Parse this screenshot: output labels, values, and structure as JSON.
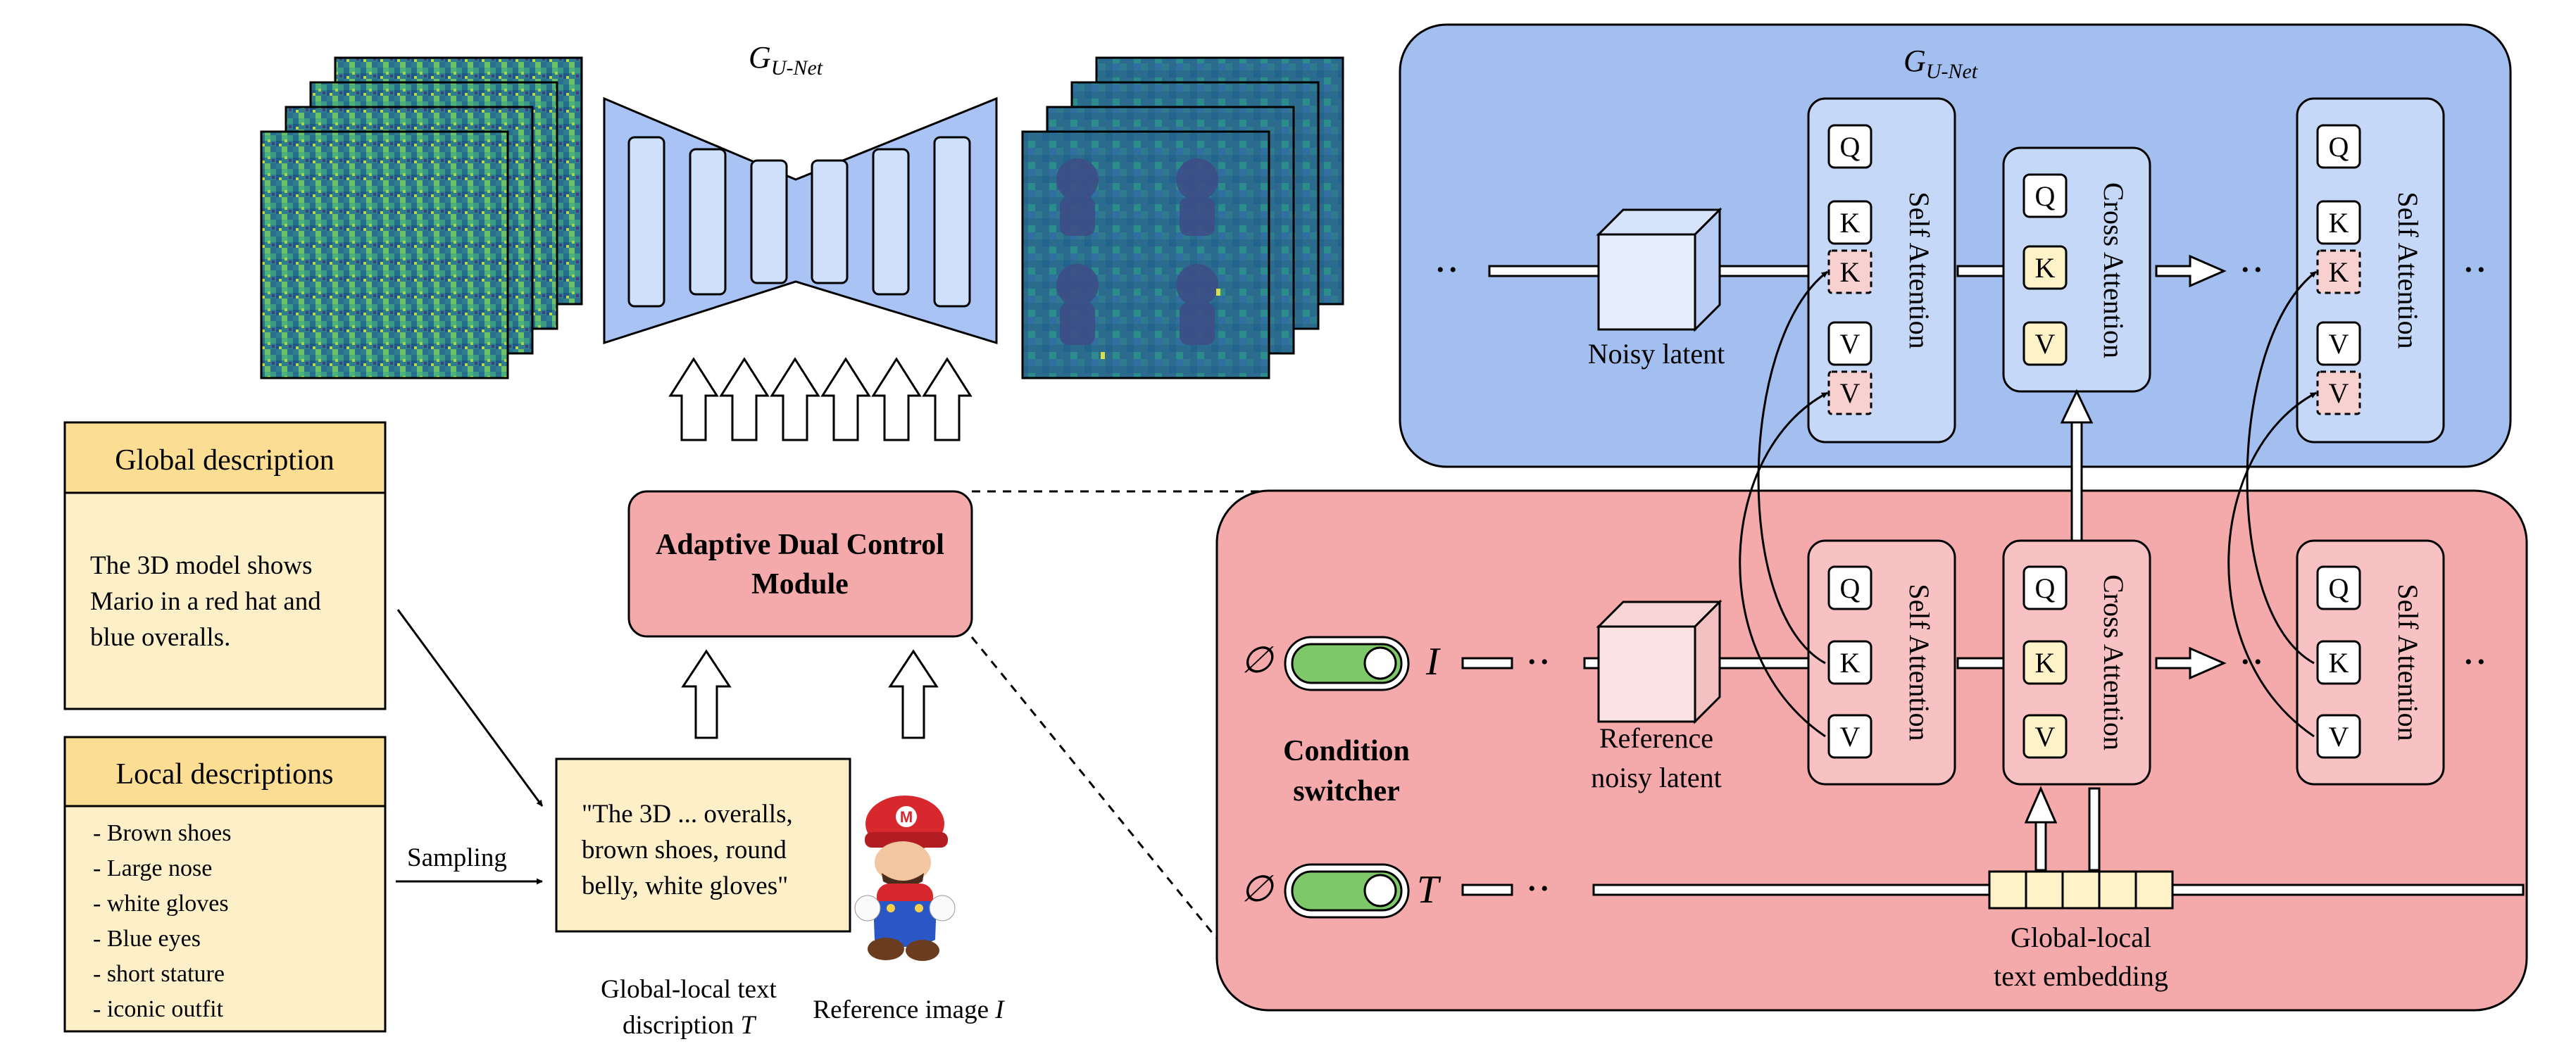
{
  "unet_title": {
    "main": "G",
    "sub": "U-Net"
  },
  "panel_title": {
    "main": "G",
    "sub": "U-Net"
  },
  "global_desc": {
    "header": "Global description",
    "lines": [
      "The 3D model shows",
      "Mario in a red hat and",
      "blue overalls."
    ]
  },
  "local_desc": {
    "header": "Local descriptions",
    "items": [
      "- Brown shoes",
      "- Large nose",
      "- white gloves",
      "- Blue eyes",
      "- short stature",
      "- iconic outfit"
    ]
  },
  "sampling_label": "Sampling",
  "combined_text": {
    "lines": [
      "\"The 3D ... overalls,",
      "brown shoes, round",
      "belly, white gloves\""
    ]
  },
  "combined_caption": {
    "line1": "Global-local text",
    "line2": "discription",
    "symbol": "T"
  },
  "reference_caption": {
    "text": "Reference image",
    "symbol": "I"
  },
  "adcm": {
    "line1": "Adaptive Dual Control",
    "line2": "Module"
  },
  "switcher": {
    "line1": "Condition",
    "line2": "switcher",
    "null_symbol": "∅",
    "image_symbol": "I",
    "text_symbol": "T"
  },
  "ellipsis": "• •",
  "noisy_latent_label": "Noisy latent",
  "reference_latent_label": {
    "line1": "Reference",
    "line2": "noisy latent"
  },
  "embedding_label": {
    "line1": "Global-local",
    "line2": "text embedding"
  },
  "blocks": {
    "self_attention": "Self Attention",
    "cross_attention": "Cross Attention"
  },
  "tokens": {
    "q": "Q",
    "k": "K",
    "v": "V"
  },
  "colors": {
    "panel_blue": "#a3bff0",
    "panel_red": "#f4a9ab",
    "block_blue": "#c5d8f8",
    "block_red": "#f8c2c4",
    "desc_header": "#fbdd93",
    "desc_body": "#fdf0c8",
    "token_yellow": "#fdf2c8",
    "token_pink": "#f8d0d0",
    "toggle_green": "#7ec86a",
    "unet_fill": "#a9c4f4"
  }
}
